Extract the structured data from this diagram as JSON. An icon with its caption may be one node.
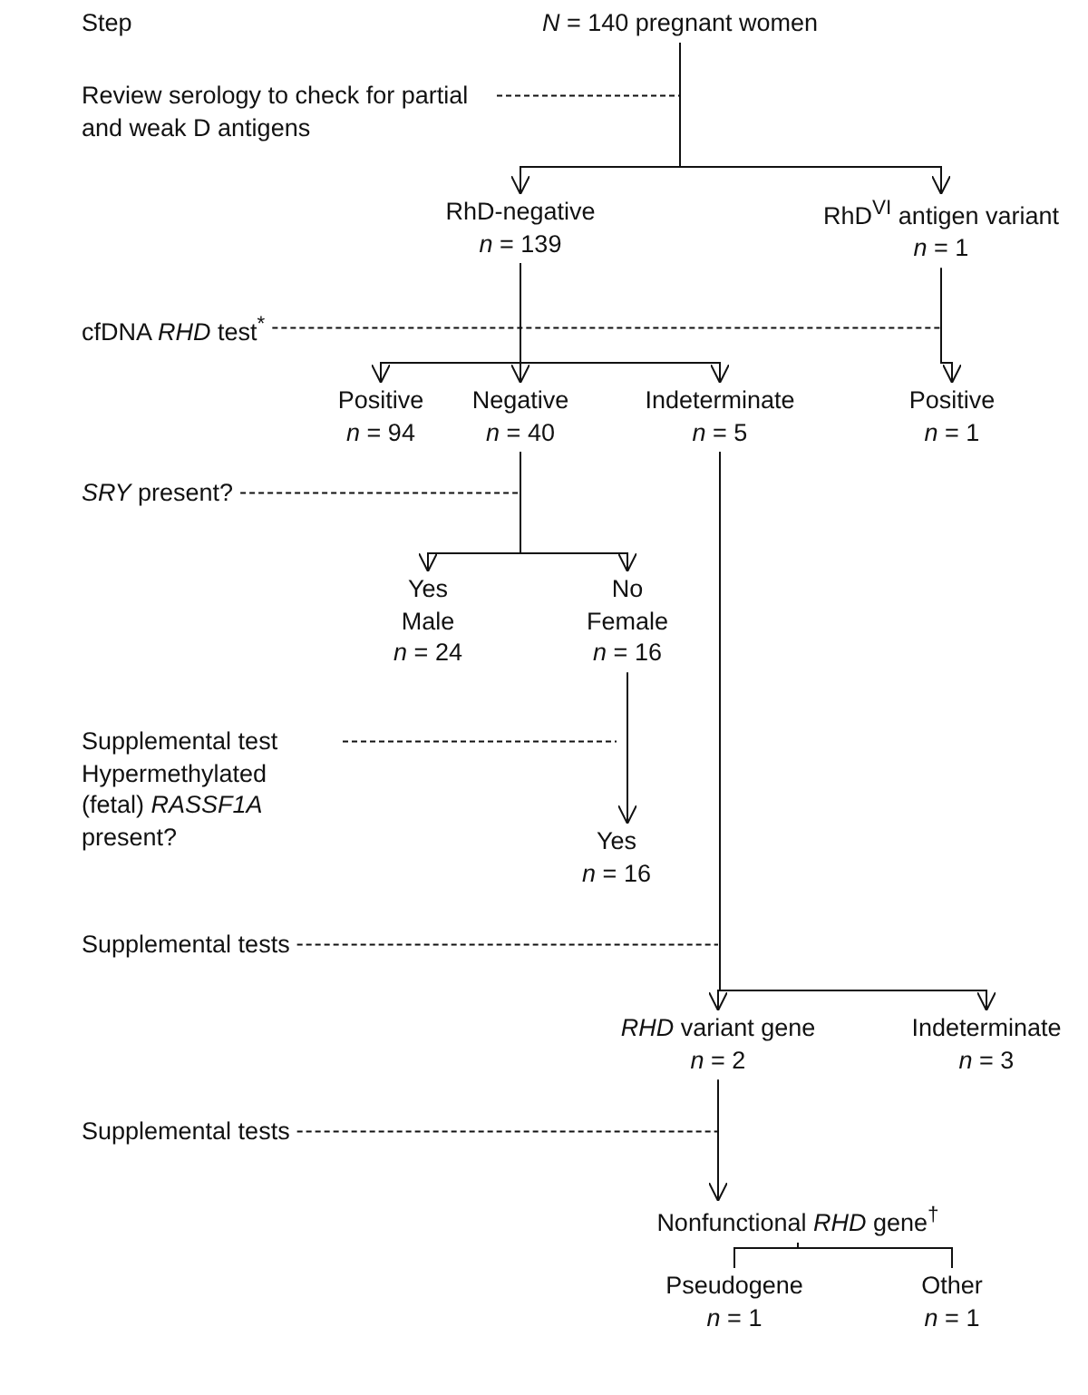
{
  "diagram": {
    "nodes": [
      {
        "text": [
          "*N* = 140 pregnant women"
        ]
      },
      {
        "text": [
          "RhD-negative",
          "*n* = 139"
        ]
      },
      {
        "text": [
          "RhD$^{VI}$ antigen variant",
          "*n* = 1"
        ]
      },
      {
        "text": [
          "Positive",
          "*n* = 94"
        ]
      },
      {
        "text": [
          "Negative",
          "*n* = 40"
        ]
      },
      {
        "text": [
          "Indeterminate",
          "*n* = 5"
        ]
      },
      {
        "text": [
          "Positive",
          "*n* = 1"
        ]
      },
      {
        "text": [
          "Yes",
          "Male",
          "*n* = 24"
        ]
      },
      {
        "text": [
          "No",
          "Female",
          "*n* = 16"
        ]
      },
      {
        "text": [
          "Yes",
          "*n* = 16"
        ]
      },
      {
        "text": [
          "*RHD* variant gene",
          "*n* = 2"
        ]
      },
      {
        "text": [
          "Indeterminate",
          "*n* = 3"
        ]
      },
      {
        "text": [
          "Nonfunctional *RHD* gene$^{†}$"
        ]
      },
      {
        "text": [
          "Pseudogene",
          "*n* = 1"
        ]
      },
      {
        "text": [
          "Other",
          "*n* = 1"
        ]
      },
      {
        "text": [
          "Review serology to check for partial and weak D antigens"
        ]
      },
      {
        "text": [
          "cfDNA *RHD* test$^{*}$"
        ]
      },
      {
        "text": [
          "*SRY* present?"
        ]
      },
      {
        "text": [
          "Supplemental test Hypermethylated (fetal) *RASSF1A* present?"
        ]
      },
      {
        "text": [
          "Supplemental tests"
        ]
      },
      {
        "text": [
          "Supplemental tests"
        ]
      }
    ],
    "edges": [
      {
        "from": 0,
        "to": 1,
        "arrow": "to"
      },
      {
        "from": 0,
        "to": 2,
        "arrow": "to"
      },
      {
        "from": 1,
        "to": 3,
        "arrow": "to"
      },
      {
        "from": 1,
        "to": 4,
        "arrow": "to"
      },
      {
        "from": 1,
        "to": 5,
        "arrow": "to"
      },
      {
        "from": 2,
        "to": 6,
        "arrow": "to"
      },
      {
        "from": 4,
        "to": 7,
        "arrow": "to"
      },
      {
        "from": 4,
        "to": 8,
        "arrow": "to"
      },
      {
        "from": 8,
        "to": 9,
        "arrow": "to"
      },
      {
        "from": 5,
        "to": 10,
        "arrow": "to"
      },
      {
        "from": 5,
        "to": 11,
        "arrow": "to"
      },
      {
        "from": 10,
        "to": 12,
        "arrow": "to"
      },
      {
        "from": 12,
        "to": 13,
        "arrow": "none"
      },
      {
        "from": 12,
        "to": 14,
        "arrow": "none"
      },
      {
        "from": 15,
        "to": null,
        "arrow": "none",
        "style": "dashed"
      },
      {
        "from": 16,
        "to": null,
        "arrow": "none",
        "style": "dashed"
      },
      {
        "from": 17,
        "to": null,
        "arrow": "none",
        "style": "dashed"
      },
      {
        "from": 18,
        "to": null,
        "arrow": "none",
        "style": "dashed"
      },
      {
        "from": 19,
        "to": null,
        "arrow": "none",
        "style": "dashed"
      },
      {
        "from": 20,
        "to": null,
        "arrow": "none",
        "style": "dashed"
      }
    ],
    "labels": [
      "Step"
    ]
  }
}
